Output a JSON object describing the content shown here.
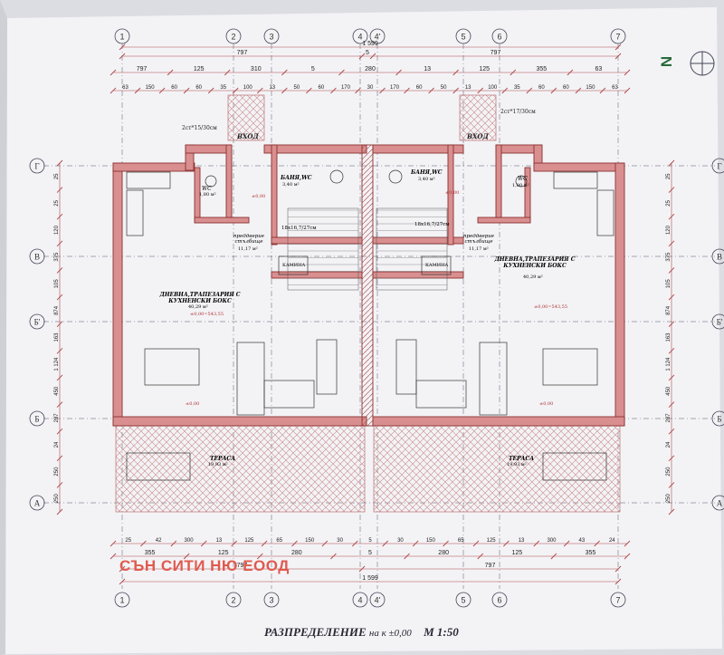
{
  "grid_axes_vertical": [
    "1",
    "2",
    "3",
    "4",
    "4'",
    "5",
    "6",
    "7"
  ],
  "grid_axes_horizontal": [
    "Г",
    "В",
    "Б'",
    "Б",
    "А"
  ],
  "north_label": "N",
  "dims_top": {
    "overall": "1 599",
    "segments": [
      "797",
      "5",
      "797"
    ],
    "row2": [
      "797",
      "125",
      "310",
      "5",
      "280",
      "13",
      "125",
      "355",
      "63"
    ],
    "row3": [
      "63",
      "150",
      "60",
      "60",
      "35",
      "100",
      "13",
      "50",
      "60",
      "170",
      "30",
      "170",
      "60",
      "50",
      "13",
      "100",
      "35",
      "60",
      "60",
      "150",
      "63"
    ]
  },
  "dims_bottom": {
    "row1": [
      "25",
      "42",
      "300",
      "13",
      "125",
      "65",
      "150",
      "30",
      "5",
      "30",
      "150",
      "65",
      "125",
      "13",
      "300",
      "43",
      "24"
    ],
    "row2": [
      "355",
      "125",
      "280",
      "5",
      "280",
      "125",
      "355"
    ],
    "segments": [
      "797",
      "797"
    ],
    "overall": "1 599"
  },
  "dims_left": [
    "25",
    "25",
    "120",
    "375",
    "105",
    "874",
    "163",
    "1 124",
    "450",
    "287",
    "24",
    "250",
    "250"
  ],
  "dims_right": [
    "25",
    "25",
    "120",
    "375",
    "105",
    "874",
    "163",
    "1 124",
    "450",
    "287",
    "24",
    "250",
    "250"
  ],
  "stair_notes": [
    "2ст*15/30см",
    "2ст*17/30см"
  ],
  "rooms": {
    "bath_left": {
      "name": "БАНЯ,WC",
      "area": "3,40 м²"
    },
    "bath_right": {
      "name": "БАНЯ,WC",
      "area": "3,40 м²"
    },
    "wc_left": {
      "name": "WC",
      "area": "1,80 м²"
    },
    "wc_right": {
      "name": "WC",
      "area": "1,80 м²"
    },
    "hall_left": {
      "name": "преддверие стълбище",
      "area": "11,17 м²"
    },
    "hall_right": {
      "name": "преддверие стълбище",
      "area": "11,17 м²"
    },
    "living_left": {
      "name": "ДНЕВНА,ТРАПЕЗАРИЯ С КУХНЕНСКИ БОКС",
      "area": "40,29 м²"
    },
    "living_right": {
      "name": "ДНЕВНА,ТРАПЕЗАРИЯ С КУХНЕНСКИ БОКС",
      "area": "40,29 м²"
    },
    "terrace_left": {
      "name": "ТЕРАСА",
      "area": "19,93 м²"
    },
    "terrace_right": {
      "name": "ТЕРАСА",
      "area": "19,93 м²"
    },
    "fireplace_left": "КАМИНА",
    "fireplace_right": "КАМИНА",
    "entry_left": "ВХОД",
    "entry_right": "ВХОД"
  },
  "stairs": [
    "18x16,7/27см",
    "18x16,7/27см"
  ],
  "levels": [
    "±0,00",
    "±0,00=543,55",
    "±0,00=543,55",
    "±0,00",
    "±0,00",
    "±0,00"
  ],
  "watermark": "СЪН СИТИ НЮ ЕООД",
  "title": {
    "main": "РАЗПРЕДЕЛЕНИЕ",
    "mid": "на к ±0,00",
    "scale": "М 1:50"
  },
  "colors": {
    "wall_fill": "#c96a6a",
    "dim_line": "#b04848",
    "grid": "#444455",
    "hatch": "#b55a5a",
    "paper": "#f3f3f6"
  }
}
